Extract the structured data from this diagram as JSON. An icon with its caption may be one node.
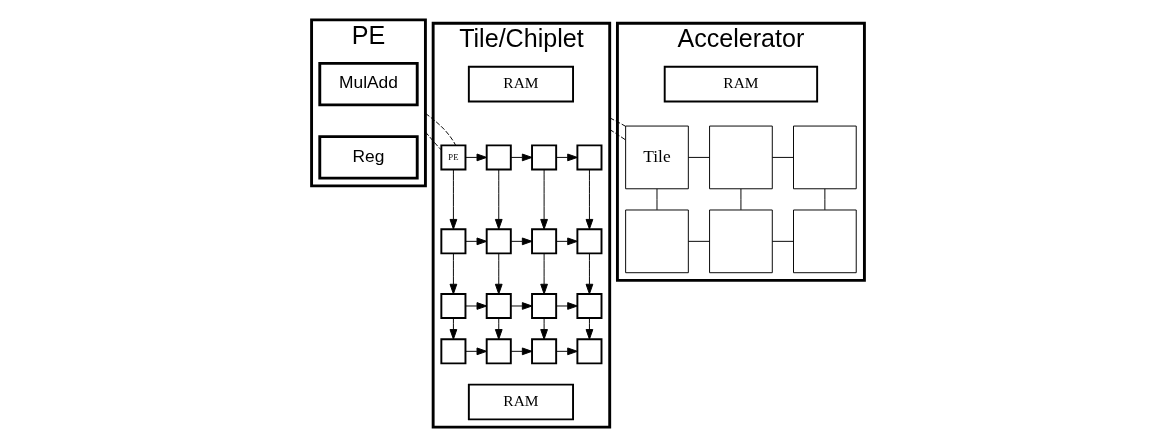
{
  "diagram": {
    "nodes": [
      {
        "text": [
          "PE"
        ]
      },
      {
        "text": [
          "MulAdd"
        ],
        "in": 0
      },
      {
        "text": [
          "Reg"
        ],
        "in": 0
      },
      {
        "text": [
          "Tile/Chiplet"
        ]
      },
      {
        "text": [
          "RAM"
        ],
        "in": 3
      },
      {
        "text": [
          "PE"
        ],
        "in": 3
      },
      {
        "text": [],
        "shape": "box",
        "in": 3
      },
      {
        "text": [],
        "shape": "box",
        "in": 3
      },
      {
        "text": [],
        "shape": "box",
        "in": 3
      },
      {
        "text": [],
        "shape": "box",
        "in": 3
      },
      {
        "text": [],
        "shape": "box",
        "in": 3
      },
      {
        "text": [],
        "shape": "box",
        "in": 3
      },
      {
        "text": [],
        "shape": "box",
        "in": 3
      },
      {
        "text": [],
        "shape": "box",
        "in": 3
      },
      {
        "text": [],
        "shape": "box",
        "in": 3
      },
      {
        "text": [],
        "shape": "box",
        "in": 3
      },
      {
        "text": [],
        "shape": "box",
        "in": 3
      },
      {
        "text": [],
        "shape": "box",
        "in": 3
      },
      {
        "text": [],
        "shape": "box",
        "in": 3
      },
      {
        "text": [],
        "shape": "box",
        "in": 3
      },
      {
        "text": [],
        "shape": "box",
        "in": 3
      },
      {
        "text": [
          "RAM"
        ],
        "in": 3
      },
      {
        "text": [
          "Accelerator"
        ]
      },
      {
        "text": [
          "RAM"
        ],
        "in": 22
      },
      {
        "text": [
          "Tile"
        ],
        "in": 22
      },
      {
        "text": [],
        "shape": "box",
        "in": 22
      },
      {
        "text": [],
        "shape": "box",
        "in": 22
      },
      {
        "text": [],
        "shape": "box",
        "in": 22
      },
      {
        "text": [],
        "shape": "box",
        "in": 22
      },
      {
        "text": [],
        "shape": "box",
        "in": 22
      }
    ],
    "edges": [
      {
        "from": 0,
        "to": 5,
        "arrow": "none",
        "style": "dashed"
      },
      {
        "from": 0,
        "to": 5,
        "arrow": "none",
        "style": "dashed"
      },
      {
        "from": 3,
        "to": 24,
        "arrow": "none",
        "style": "dashed"
      },
      {
        "from": 3,
        "to": 24,
        "arrow": "none",
        "style": "dashed"
      },
      {
        "from": 5,
        "to": 6,
        "arrow": "to"
      },
      {
        "from": 6,
        "to": 7,
        "arrow": "to"
      },
      {
        "from": 7,
        "to": 8,
        "arrow": "to"
      },
      {
        "from": 9,
        "to": 10,
        "arrow": "to"
      },
      {
        "from": 10,
        "to": 11,
        "arrow": "to"
      },
      {
        "from": 11,
        "to": 12,
        "arrow": "to"
      },
      {
        "from": 13,
        "to": 14,
        "arrow": "to"
      },
      {
        "from": 14,
        "to": 15,
        "arrow": "to"
      },
      {
        "from": 15,
        "to": 16,
        "arrow": "to"
      },
      {
        "from": 17,
        "to": 18,
        "arrow": "to"
      },
      {
        "from": 18,
        "to": 19,
        "arrow": "to"
      },
      {
        "from": 19,
        "to": 20,
        "arrow": "to"
      },
      {
        "from": 5,
        "to": 9,
        "arrow": "to"
      },
      {
        "from": 6,
        "to": 10,
        "arrow": "to"
      },
      {
        "from": 7,
        "to": 11,
        "arrow": "to"
      },
      {
        "from": 8,
        "to": 12,
        "arrow": "to"
      },
      {
        "from": 9,
        "to": 13,
        "arrow": "to"
      },
      {
        "from": 10,
        "to": 14,
        "arrow": "to"
      },
      {
        "from": 11,
        "to": 15,
        "arrow": "to"
      },
      {
        "from": 12,
        "to": 16,
        "arrow": "to"
      },
      {
        "from": 13,
        "to": 17,
        "arrow": "to"
      },
      {
        "from": 14,
        "to": 18,
        "arrow": "to"
      },
      {
        "from": 15,
        "to": 19,
        "arrow": "to"
      },
      {
        "from": 16,
        "to": 20,
        "arrow": "to"
      },
      {
        "from": 24,
        "to": 25,
        "arrow": "none"
      },
      {
        "from": 25,
        "to": 26,
        "arrow": "none"
      },
      {
        "from": 27,
        "to": 28,
        "arrow": "none"
      },
      {
        "from": 28,
        "to": 29,
        "arrow": "none"
      },
      {
        "from": 24,
        "to": 27,
        "arrow": "none"
      },
      {
        "from": 25,
        "to": 28,
        "arrow": "none"
      },
      {
        "from": 26,
        "to": 29,
        "arrow": "none"
      }
    ]
  }
}
